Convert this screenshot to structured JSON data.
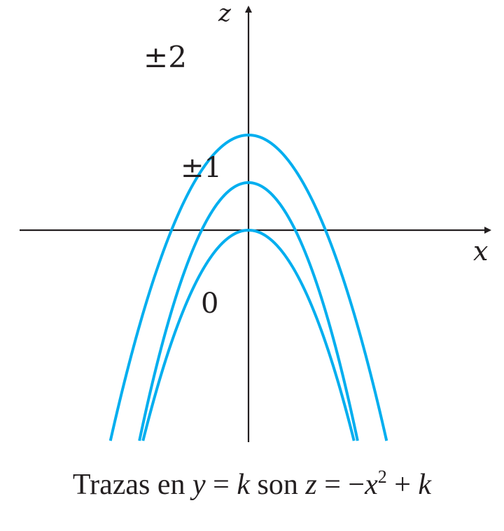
{
  "axes": {
    "z_label": "z",
    "x_label": "x"
  },
  "curve_labels": {
    "k2": "±2",
    "k1": "±1",
    "k0": "0"
  },
  "caption": {
    "text1": "Trazas en ",
    "y": "y",
    "eq1": " = ",
    "k": "k",
    "son": " son ",
    "z": "z",
    "eq2": " = −",
    "x": "x",
    "exp": "2",
    "plus": " + ",
    "k2": "k"
  },
  "colors": {
    "curve": "#00aeef",
    "axis": "#231f20"
  },
  "chart_data": {
    "type": "line",
    "function": "z = -x^2 + k",
    "series": [
      {
        "name": "±2",
        "k": 2
      },
      {
        "name": "±1",
        "k": 1
      },
      {
        "name": "0",
        "k": 0
      }
    ],
    "xlabel": "x",
    "ylabel": "z"
  }
}
